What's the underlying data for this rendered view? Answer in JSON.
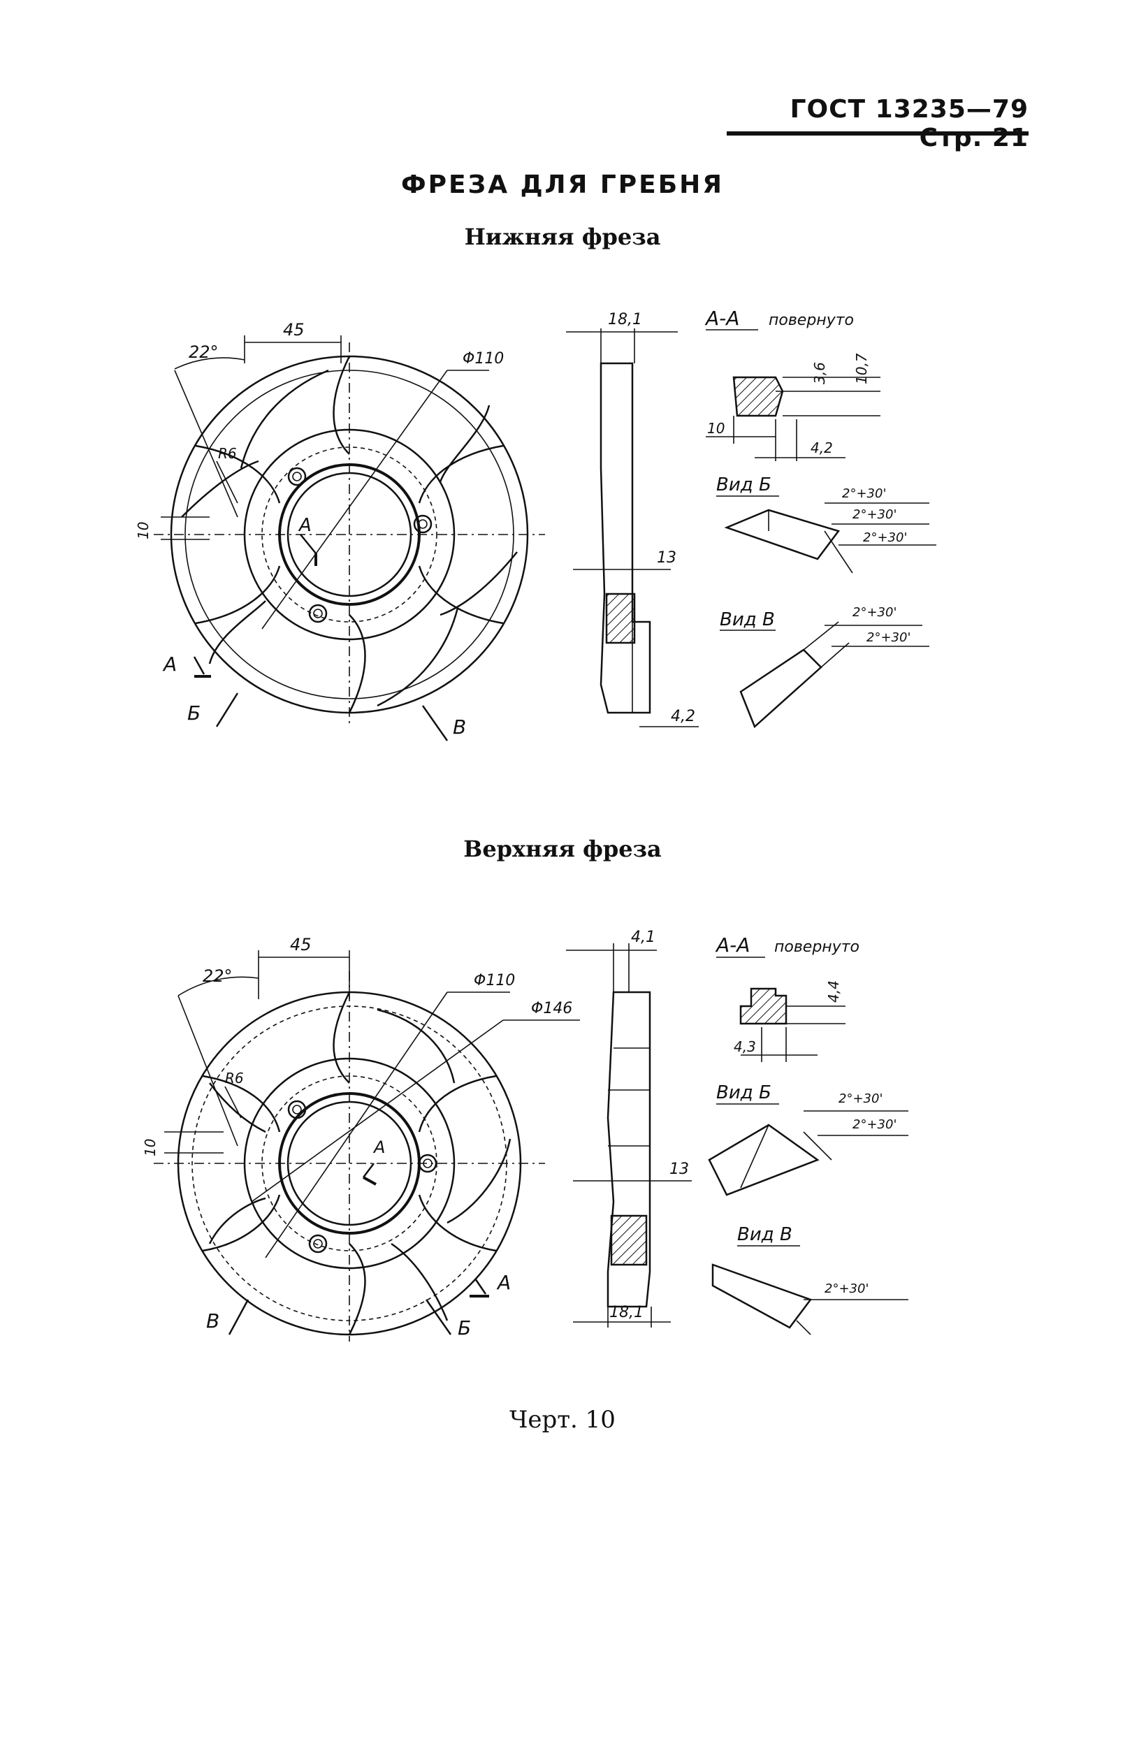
{
  "header": {
    "text": "ГОСТ 13235—79 Стр. 21"
  },
  "title": "ФРЕЗА ДЛЯ ГРЕБНЯ",
  "lower_cutter": {
    "subtitle": "Нижняя фреза",
    "dims": {
      "angle": "22°",
      "width": "45",
      "radius": "R6",
      "offset": "10",
      "diameter": "Φ110",
      "thickness": "18,1",
      "bore": "13",
      "step": "4,2"
    },
    "labels": {
      "section_mark": "А",
      "arrow_a": "А",
      "arrow_b": "Б",
      "arrow_v": "В"
    },
    "section": {
      "title": "А-А",
      "note": "повернуто",
      "h1": "3,6",
      "h2": "10,7",
      "w1": "10",
      "w2": "4,2"
    },
    "view_b": {
      "title": "Вид Б",
      "a1": "2°+30'",
      "a2": "2°+30'",
      "a3": "2°+30'"
    },
    "view_v": {
      "title": "Вид В",
      "a1": "2°+30'",
      "a2": "2°+30'"
    }
  },
  "upper_cutter": {
    "subtitle": "Верхняя фреза",
    "dims": {
      "angle": "22°",
      "width": "45",
      "radius": "R6",
      "offset": "10",
      "diameter": "Φ110",
      "outer_diameter": "Φ146",
      "thickness_top": "4,1",
      "bore": "13",
      "thickness": "18,1"
    },
    "labels": {
      "section_mark": "А",
      "arrow_a": "А",
      "arrow_b": "Б",
      "arrow_v": "В"
    },
    "section": {
      "title": "А-А",
      "note": "повернуто",
      "h1": "4,4",
      "w1": "4,3"
    },
    "view_b": {
      "title": "Вид Б",
      "a1": "2°+30'",
      "a2": "2°+30'"
    },
    "view_v": {
      "title": "Вид В",
      "a1": "2°+30'"
    }
  },
  "caption": "Черт. 10"
}
